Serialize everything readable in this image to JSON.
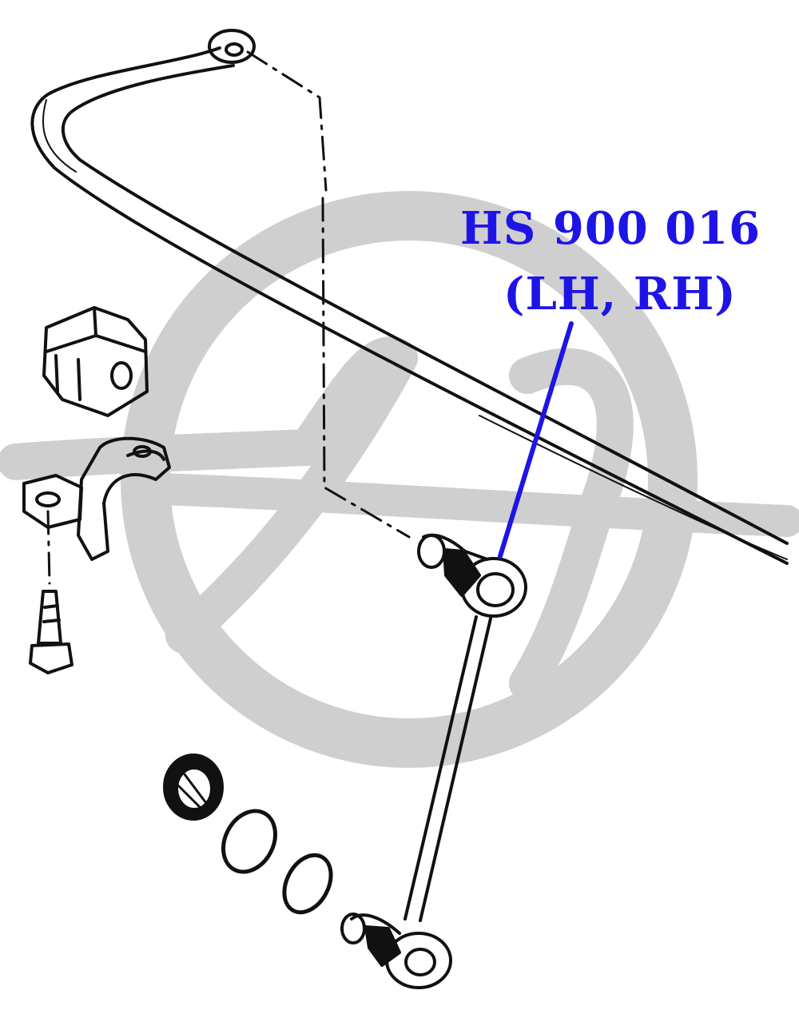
{
  "callout": {
    "part_number": "HS 900 016",
    "side": "(LH, RH)"
  },
  "colors": {
    "callout": "#1e14e6",
    "line_art": "#111111",
    "watermark": "#cfcfcf",
    "background": "#ffffff"
  },
  "watermark": {
    "icon": "hans-pries-logo-watermark"
  }
}
